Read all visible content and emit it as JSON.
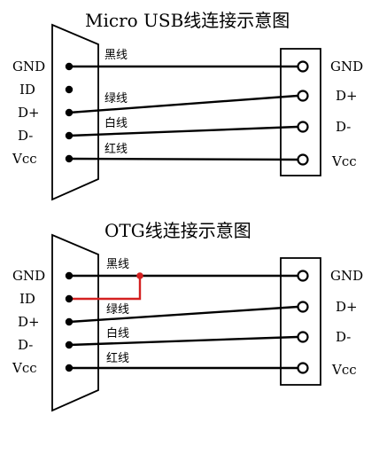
{
  "sections": {
    "micro_usb": {
      "title": "Micro USB线连接示意图",
      "left_pins": [
        "GND",
        "ID",
        "D+",
        "D-",
        "Vcc"
      ],
      "right_pins": [
        "GND",
        "D+",
        "D-",
        "Vcc"
      ],
      "wires": [
        {
          "label": "黑线",
          "signal": "GND"
        },
        {
          "label": "绿线",
          "signal": "D+"
        },
        {
          "label": "白线",
          "signal": "D-"
        },
        {
          "label": "红线",
          "signal": "Vcc"
        }
      ]
    },
    "otg": {
      "title": "OTG线连接示意图",
      "left_pins": [
        "GND",
        "ID",
        "D+",
        "D-",
        "Vcc"
      ],
      "right_pins": [
        "GND",
        "D+",
        "D-",
        "Vcc"
      ],
      "wires": [
        {
          "label": "黑线",
          "signal": "GND"
        },
        {
          "label": "绿线",
          "signal": "D+"
        },
        {
          "label": "白线",
          "signal": "D-"
        },
        {
          "label": "红线",
          "signal": "Vcc"
        }
      ],
      "id_tied_to": "GND",
      "id_wire_color": "#d42020"
    }
  }
}
